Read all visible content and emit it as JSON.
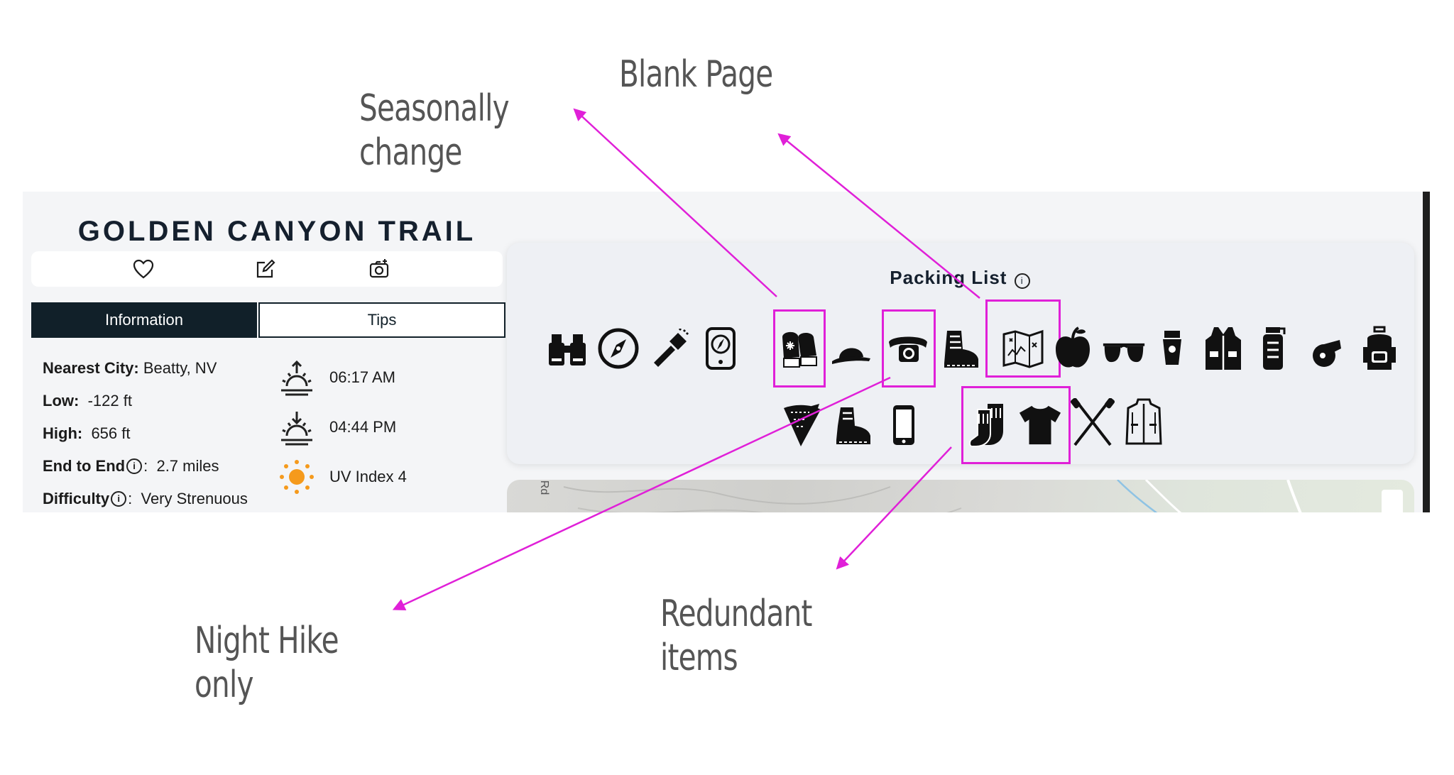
{
  "colors": {
    "accent_magenta": "#e020d8",
    "dark_navy": "#112029",
    "panel_bg": "#f4f5f7",
    "sun_orange": "#f59a1c"
  },
  "trail": {
    "title": "GOLDEN CANYON TRAIL",
    "actions": [
      {
        "icon": "heart-icon"
      },
      {
        "icon": "edit-icon"
      },
      {
        "icon": "camera-icon"
      }
    ]
  },
  "tabs": [
    {
      "label": "Information",
      "active": true
    },
    {
      "label": "Tips",
      "active": false
    }
  ],
  "info": {
    "nearest_city_label": "Nearest City:",
    "nearest_city_value": "Beatty, NV",
    "low_label": "Low:",
    "low_value": "-122 ft",
    "high_label": "High:",
    "high_value": "656 ft",
    "end_to_end_label": "End to End",
    "end_to_end_value": "2.7 miles",
    "difficulty_label": "Difficulty",
    "difficulty_value": "Very Strenuous",
    "info_glyph": "i",
    "colon": ":"
  },
  "sun": {
    "sunrise": "06:17 AM",
    "sunset": "04:44 PM",
    "uv": "UV Index 4"
  },
  "packing": {
    "title": "Packing List",
    "row1": [
      "binoculars-icon",
      "compass-icon",
      "flashlight-icon",
      "gps-device-icon",
      "mittens-icon",
      "cap-icon",
      "headlamp-icon",
      "hiking-boot-icon",
      "trail-map-icon",
      "apple-icon",
      "sunglasses-icon",
      "sunscreen-icon",
      "vest-icon",
      "water-bottle-icon",
      "whistle-icon",
      "backpack-icon"
    ],
    "row2": [
      "bandana-icon",
      "boot-icon",
      "phone-icon",
      "socks-icon",
      "tshirt-icon",
      "trekking-poles-icon",
      "jacket-icon"
    ],
    "highlighted": [
      "mittens-icon",
      "headlamp-icon",
      "trail-map-icon",
      "socks-icon",
      "tshirt-icon"
    ]
  },
  "map": {
    "road_label": "Rd"
  },
  "annotations": {
    "seasonal_line1": "Seasonally",
    "seasonal_line2": "change",
    "blank_page": "Blank Page",
    "night_line1": "Night Hike",
    "night_line2": "only",
    "redundant_line1": "Redundant",
    "redundant_line2": "items"
  }
}
